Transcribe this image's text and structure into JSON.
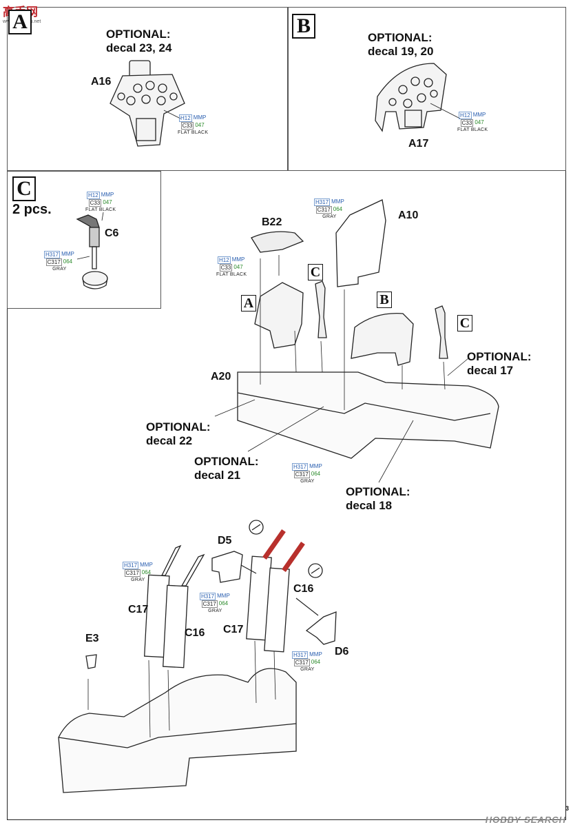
{
  "logo": {
    "text": "高手网",
    "sub": "www.gaoshou.net"
  },
  "watermark": "HOBBY SEARCH",
  "page_number": "3",
  "panel_a": {
    "letter": "A",
    "optional": "OPTIONAL:",
    "decal": "decal 23, 24",
    "part": "A16",
    "paint": {
      "h": "H12",
      "mmp": "MMP",
      "c": "C33",
      "num": "047",
      "name": "FLAT BLACK"
    }
  },
  "panel_b": {
    "letter": "B",
    "optional": "OPTIONAL:",
    "decal": "decal 19, 20",
    "part": "A17",
    "paint": {
      "h": "H12",
      "mmp": "MMP",
      "c": "C33",
      "num": "047",
      "name": "FLAT BLACK"
    }
  },
  "panel_c": {
    "letter": "C",
    "qty": "2 pcs.",
    "part": "C6",
    "paint_top": {
      "h": "H12",
      "mmp": "MMP",
      "c": "C33",
      "num": "047",
      "name": "FLAT BLACK"
    },
    "paint_side": {
      "h": "H317",
      "mmp": "MMP",
      "c": "C317",
      "num": "064",
      "name": "GRAY"
    }
  },
  "assembly1": {
    "parts": {
      "b22": "B22",
      "a10": "A10",
      "a20": "A20"
    },
    "letters": {
      "a": "A",
      "b": "B",
      "c1": "C",
      "c2": "C"
    },
    "paint_b22": {
      "h": "H12",
      "mmp": "MMP",
      "c": "C33",
      "num": "047",
      "name": "FLAT BLACK"
    },
    "paint_a10": {
      "h": "H317",
      "mmp": "MMP",
      "c": "C317",
      "num": "064",
      "name": "GRAY"
    },
    "paint_tub": {
      "h": "H317",
      "mmp": "MMP",
      "c": "C317",
      "num": "064",
      "name": "GRAY"
    },
    "opt17": {
      "optional": "OPTIONAL:",
      "decal": "decal 17"
    },
    "opt22": {
      "optional": "OPTIONAL:",
      "decal": "decal 22"
    },
    "opt21": {
      "optional": "OPTIONAL:",
      "decal": "decal 21"
    },
    "opt18": {
      "optional": "OPTIONAL:",
      "decal": "decal 18"
    }
  },
  "assembly2": {
    "parts": {
      "d5": "D5",
      "c16a": "C16",
      "c17a": "C17",
      "c16b": "C16",
      "c17b": "C17",
      "e3": "E3",
      "d6": "D6"
    },
    "paint_left": {
      "h": "H317",
      "mmp": "MMP",
      "c": "C317",
      "num": "064",
      "name": "GRAY"
    },
    "paint_mid": {
      "h": "H317",
      "mmp": "MMP",
      "c": "C317",
      "num": "064",
      "name": "GRAY"
    },
    "paint_d6": {
      "h": "H317",
      "mmp": "MMP",
      "c": "C317",
      "num": "064",
      "name": "GRAY"
    }
  },
  "colors": {
    "red_strip": "#b8302c",
    "paint_blue": "#2a5fb0",
    "paint_green": "#2a8a2a"
  }
}
